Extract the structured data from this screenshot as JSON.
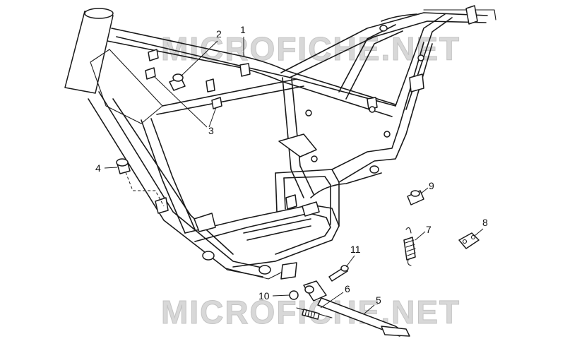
{
  "watermark": {
    "top": "MICROFICHE.NET",
    "bottom": "MICROFICHE.NET"
  },
  "callouts": {
    "c1": "1",
    "c2": "2",
    "c3": "3",
    "c4": "4",
    "c5": "5",
    "c6": "6",
    "c7": "7",
    "c8": "8",
    "c9": "9",
    "c10": "10",
    "c11": "11"
  }
}
